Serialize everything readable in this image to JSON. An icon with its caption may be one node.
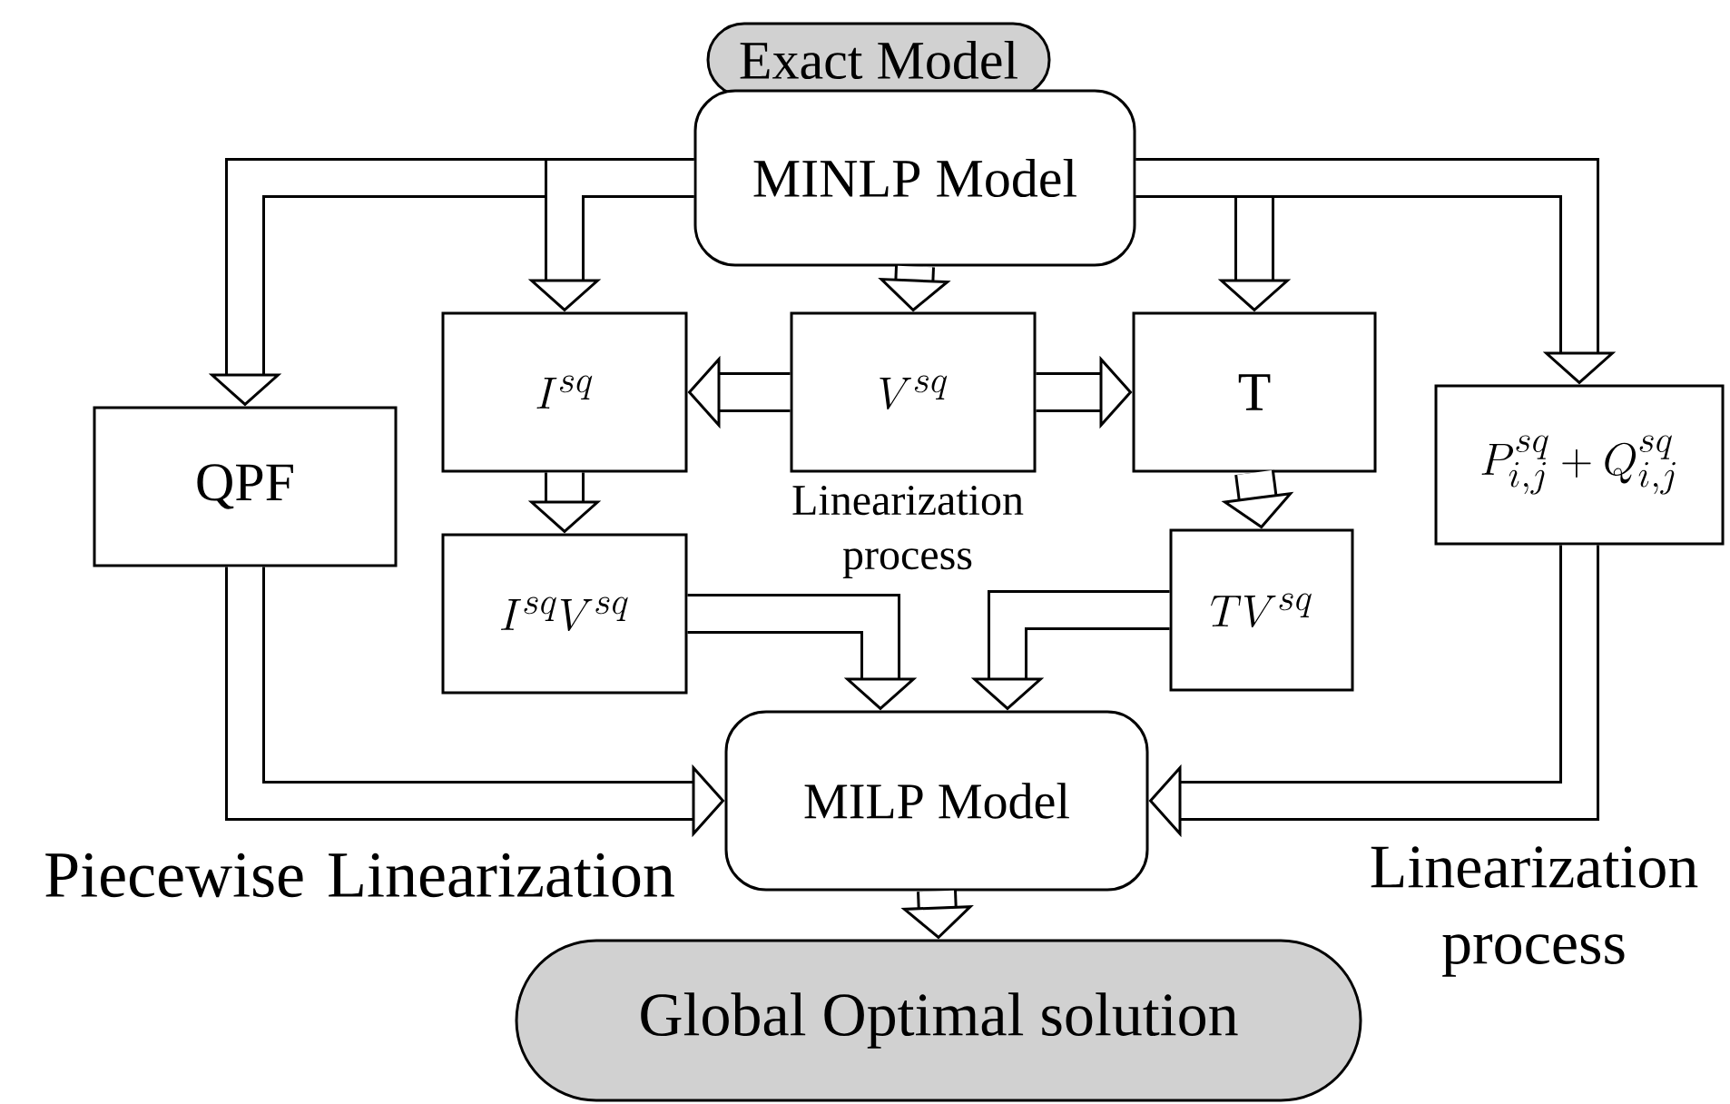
{
  "diagram": {
    "nodes": [
      {
        "text": [
          "Exact Model"
        ]
      },
      {
        "text": [
          "MINLP Model"
        ]
      },
      {
        "text": [
          "QPF"
        ]
      },
      {
        "text": [
          "I^{sq}"
        ]
      },
      {
        "text": [
          "V^{sq}"
        ]
      },
      {
        "text": [
          "T"
        ]
      },
      {
        "text": [
          "P_{i,j}^{sq}+Q_{i,j}^{sq}"
        ]
      },
      {
        "text": [
          "I^{sq}V^{sq}"
        ]
      },
      {
        "text": [
          "TV^{sq}"
        ]
      },
      {
        "text": [
          "MILP Model"
        ]
      },
      {
        "text": [
          "Global Optimal solution"
        ]
      }
    ],
    "edges": [
      {
        "from": 1,
        "to": 2,
        "arrow": "to"
      },
      {
        "from": 1,
        "to": 3,
        "arrow": "to"
      },
      {
        "from": 1,
        "to": 4,
        "arrow": "to"
      },
      {
        "from": 1,
        "to": 5,
        "arrow": "to"
      },
      {
        "from": 1,
        "to": 6,
        "arrow": "to"
      },
      {
        "from": 4,
        "to": 3,
        "arrow": "to"
      },
      {
        "from": 4,
        "to": 5,
        "arrow": "to"
      },
      {
        "from": 3,
        "to": 7,
        "arrow": "to"
      },
      {
        "from": 5,
        "to": 8,
        "arrow": "to"
      },
      {
        "from": 7,
        "to": 9,
        "arrow": "to"
      },
      {
        "from": 8,
        "to": 9,
        "arrow": "to"
      },
      {
        "from": 2,
        "to": 9,
        "arrow": "to"
      },
      {
        "from": 6,
        "to": 9,
        "arrow": "to"
      },
      {
        "from": 9,
        "to": 10,
        "arrow": "to"
      }
    ],
    "labels": [
      "Linearization process",
      "Piecewise Linearization",
      "Linearization process"
    ]
  }
}
